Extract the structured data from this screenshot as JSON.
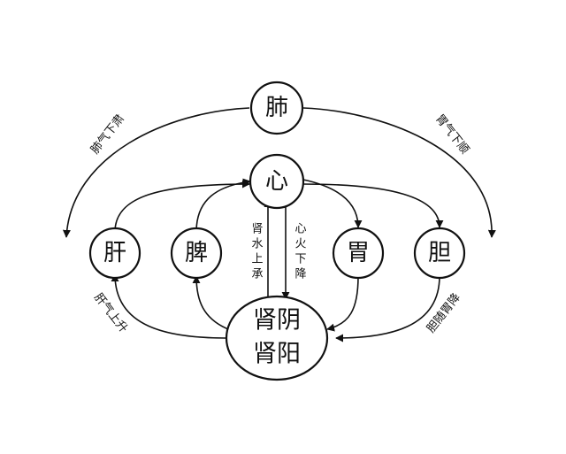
{
  "nodes": {
    "lung": "肺",
    "heart": "心",
    "liver": "肝",
    "spleen": "脾",
    "stomach": "胃",
    "gallbladder": "胆",
    "kidney_yin": "肾阴",
    "kidney_yang": "肾阳"
  },
  "labels": {
    "lung_descend": "肺气下肃",
    "stomach_descend": "胃气下顺",
    "kidney_water_rise": "肾水上承",
    "heart_fire_descend": "心火下降",
    "liver_rise": "肝气上升",
    "gallbladder_descend": "胆随胃降"
  }
}
